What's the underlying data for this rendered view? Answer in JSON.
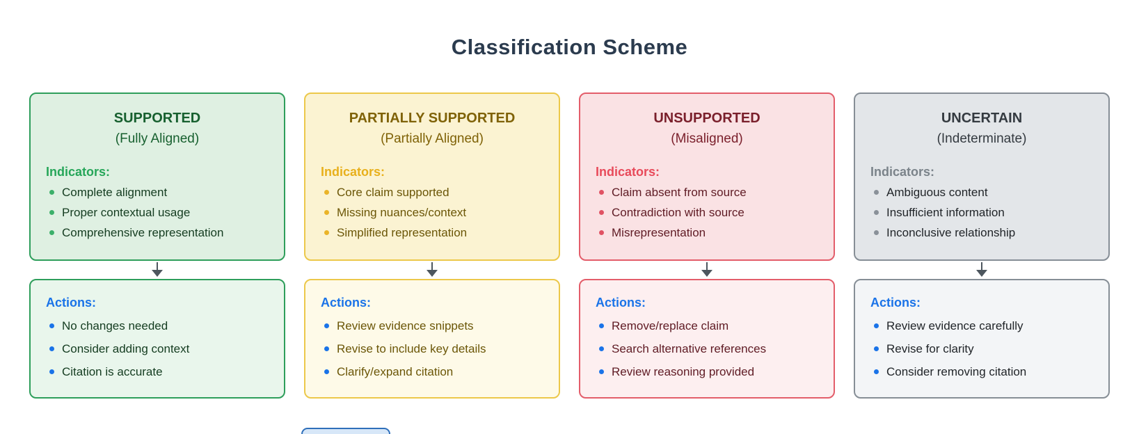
{
  "page_title": "Classification Scheme",
  "global_colors": {
    "page_title": "#2b3b4e",
    "actions_accent": "#1a73e8",
    "arrow": "#4d565e",
    "partial_node_border": "#2e6fba",
    "partial_node_bg": "#d7e7f8"
  },
  "columns": [
    {
      "id": "supported",
      "title": "SUPPORTED",
      "subtitle": "(Fully Aligned)",
      "indicators_label": "Indicators:",
      "indicators": [
        "Complete alignment",
        "Proper contextual usage",
        "Comprehensive representation"
      ],
      "actions_label": "Actions:",
      "actions": [
        "No changes needed",
        "Consider adding context",
        "Citation is accurate"
      ],
      "colors": {
        "border": "#2e9e5b",
        "top_bg": "#dff0e2",
        "bottom_bg": "#e9f6ec",
        "title": "#17602f",
        "label": "#26a659",
        "bullet": "#3cb06a",
        "text": "#143c20"
      }
    },
    {
      "id": "partially-supported",
      "title": "PARTIALLY SUPPORTED",
      "subtitle": "(Partially Aligned)",
      "indicators_label": "Indicators:",
      "indicators": [
        "Core claim supported",
        "Missing nuances/context",
        "Simplified representation"
      ],
      "actions_label": "Actions:",
      "actions": [
        "Review evidence snippets",
        "Revise to include key details",
        "Clarify/expand citation"
      ],
      "colors": {
        "border": "#ecc84a",
        "top_bg": "#fbf3d2",
        "bottom_bg": "#fefae8",
        "title": "#7f6207",
        "label": "#e8b01c",
        "bullet": "#eab429",
        "text": "#6b5607"
      }
    },
    {
      "id": "unsupported",
      "title": "UNSUPPORTED",
      "subtitle": "(Misaligned)",
      "indicators_label": "Indicators:",
      "indicators": [
        "Claim absent from source",
        "Contradiction with source",
        "Misrepresentation"
      ],
      "actions_label": "Actions:",
      "actions": [
        "Remove/replace claim",
        "Search alternative references",
        "Review reasoning provided"
      ],
      "colors": {
        "border": "#e35d6a",
        "top_bg": "#fae2e4",
        "bottom_bg": "#fdeff0",
        "title": "#7a1f2b",
        "label": "#e84a5a",
        "bullet": "#e05263",
        "text": "#5f1b24"
      }
    },
    {
      "id": "uncertain",
      "title": "UNCERTAIN",
      "subtitle": "(Indeterminate)",
      "indicators_label": "Indicators:",
      "indicators": [
        "Ambiguous content",
        "Insufficient information",
        "Inconclusive relationship"
      ],
      "actions_label": "Actions:",
      "actions": [
        "Review evidence carefully",
        "Revise for clarity",
        "Consider removing citation"
      ],
      "colors": {
        "border": "#868e96",
        "top_bg": "#e3e6e9",
        "bottom_bg": "#f3f5f7",
        "title": "#343a40",
        "label": "#7b838a",
        "bullet": "#8a9199",
        "text": "#212529"
      }
    }
  ]
}
